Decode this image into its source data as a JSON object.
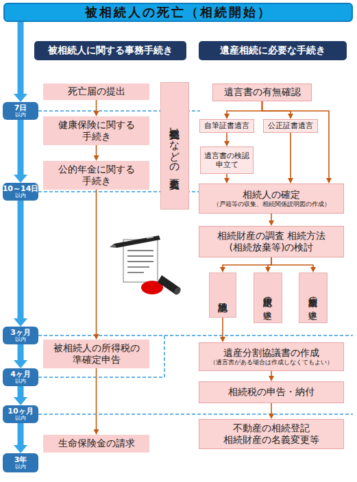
{
  "diagram": {
    "nodes": [
      {
        "text": [
          "被相続人の死亡（相続開始）"
        ]
      },
      {
        "text": [
          "被相続人に関する事務手続き"
        ]
      },
      {
        "text": [
          "遺産相続に必要な手続き"
        ]
      },
      {
        "text": [
          "7日",
          "以内"
        ]
      },
      {
        "text": [
          "死亡届の提出"
        ]
      },
      {
        "text": [
          "公共料金支払いなどの 名義変更"
        ]
      },
      {
        "text": [
          "遺言書の有無確認"
        ]
      },
      {
        "text": [
          "自筆証書遺言"
        ]
      },
      {
        "text": [
          "公正証書遺言"
        ]
      },
      {
        "text": [
          "健康保険に関する 手続き"
        ]
      },
      {
        "text": [
          "遺言書の検認 申立て"
        ]
      },
      {
        "text": [
          "公的年金に関する 手続き"
        ]
      },
      {
        "text": [
          "10～14日",
          "以内"
        ]
      },
      {
        "text": [
          "相続人の確定",
          "（戸籍等の収集、相続関係説明図の作成）"
        ]
      },
      {
        "text": [
          "相続財産の調査 相続方法(相続放棄等)の検討"
        ]
      },
      {
        "text": [
          "単純承認"
        ]
      },
      {
        "text": [
          "限定承認の 申述"
        ]
      },
      {
        "text": [
          "相続放棄の 申述"
        ]
      },
      {
        "text": [
          "3ヶ月",
          "以内"
        ]
      },
      {
        "text": [
          "被相続人の所得税の 準確定申告"
        ]
      },
      {
        "text": [
          "遺産分割協議書の作成",
          "（遺言書がある場合は作成しなくてもよい）"
        ]
      },
      {
        "text": [
          "4ヶ月",
          "以内"
        ]
      },
      {
        "text": [
          "相続税の申告・納付"
        ]
      },
      {
        "text": [
          "10ヶ月",
          "以内"
        ]
      },
      {
        "text": [
          "不動産の相続登記 相続財産の名義変更等"
        ]
      },
      {
        "text": [
          "生命保険金の請求"
        ]
      },
      {
        "text": [
          "3年",
          "以内"
        ]
      }
    ],
    "edges": [
      {
        "from": 0,
        "to": 3,
        "arrow": "to"
      },
      {
        "from": 3,
        "to": 12,
        "arrow": "to"
      },
      {
        "from": 12,
        "to": 18,
        "arrow": "to"
      },
      {
        "from": 18,
        "to": 21,
        "arrow": "to"
      },
      {
        "from": 21,
        "to": 23,
        "arrow": "to"
      },
      {
        "from": 23,
        "to": 26,
        "arrow": "to"
      },
      {
        "from": 4,
        "to": 9,
        "arrow": "to"
      },
      {
        "from": 9,
        "to": 11,
        "arrow": "to"
      },
      {
        "from": 11,
        "to": 19,
        "arrow": "to"
      },
      {
        "from": 19,
        "to": 25,
        "arrow": "to"
      },
      {
        "from": 6,
        "to": 7,
        "arrow": "to"
      },
      {
        "from": 6,
        "to": 8,
        "arrow": "to"
      },
      {
        "from": 6,
        "to": 13,
        "arrow": "to"
      },
      {
        "from": 7,
        "to": 10,
        "arrow": "to"
      },
      {
        "from": 10,
        "to": 13,
        "arrow": "to"
      },
      {
        "from": 8,
        "to": 13,
        "arrow": "to"
      },
      {
        "from": 13,
        "to": 14,
        "arrow": "to"
      },
      {
        "from": 14,
        "to": 15,
        "arrow": "to"
      },
      {
        "from": 14,
        "to": 16,
        "arrow": "to"
      },
      {
        "from": 14,
        "to": 17,
        "arrow": "to"
      },
      {
        "from": 15,
        "to": 20,
        "arrow": "to"
      },
      {
        "from": 20,
        "to": 22,
        "arrow": "to"
      },
      {
        "from": 22,
        "to": 24,
        "arrow": "to"
      }
    ]
  }
}
